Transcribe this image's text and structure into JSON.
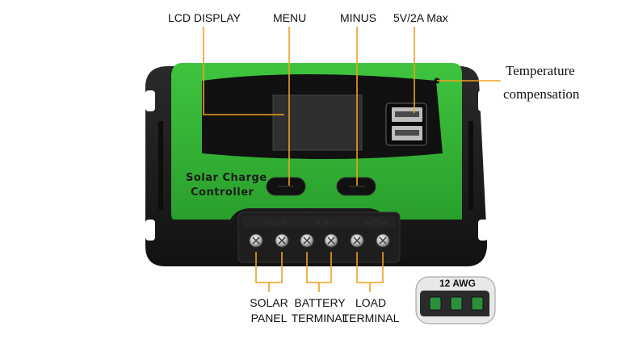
{
  "callouts": {
    "lcd_display": "LCD DISPLAY",
    "menu": "MENU",
    "minus": "MINUS",
    "usb": "5V/2A Max",
    "temp_line1": "Temperature",
    "temp_line2": "compensation"
  },
  "device": {
    "label_line1": "Solar Charge",
    "label_line2": "Controller"
  },
  "terminals": {
    "solar_line1": "SOLAR",
    "solar_line2": "PANEL",
    "battery_line1": "BATTERY",
    "battery_line2": "TERMINAL",
    "load_line1": "LOAD",
    "load_line2": "TERMINAL"
  },
  "inset": {
    "label": "12 AWG"
  },
  "colors": {
    "accent_orange": "#f0a020",
    "body_green": "#33b534",
    "body_black": "#1b1b1b"
  }
}
